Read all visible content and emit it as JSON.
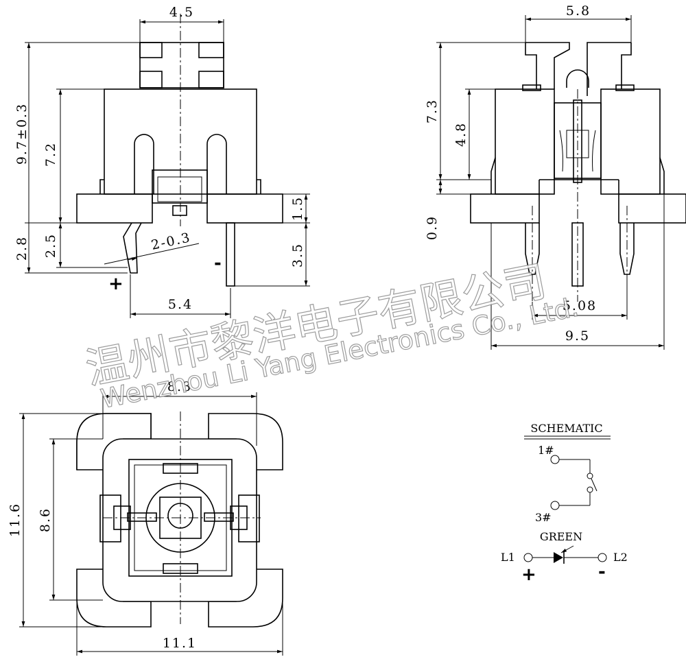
{
  "front_view": {
    "dim_top_width": "4.5",
    "dim_total_height": "9.7±0.3",
    "dim_body_height": "7.2",
    "dim_pin_extend": "2.8",
    "dim_pin_length": "2.5",
    "dim_pin_thickness": "2-0.3",
    "dim_flange": "1.5",
    "dim_lead_length": "3.5",
    "dim_pin_pitch": "5.4",
    "plus_label": "+",
    "minus_label": "-"
  },
  "side_view": {
    "dim_top_width": "5.8",
    "dim_height": "7.3",
    "dim_body": "4.8",
    "dim_base": "0.9",
    "dim_pin_pitch": "5.08",
    "dim_base_width": "9.5"
  },
  "top_view": {
    "dim_inner_width": "8.3",
    "dim_outer_height": "11.6",
    "dim_inner_height": "8.6",
    "dim_outer_width": "11.1"
  },
  "schematic": {
    "title": "SCHEMATIC",
    "pin1": "1#",
    "pin3": "3#",
    "led_color": "GREEN",
    "l1": "L1",
    "l2": "L2",
    "plus": "+",
    "minus": "-"
  },
  "watermark": {
    "chinese": "温州市黎洋电子有限公司",
    "english": "Wenzhou Li Yang Electronics Co., Ltd."
  }
}
